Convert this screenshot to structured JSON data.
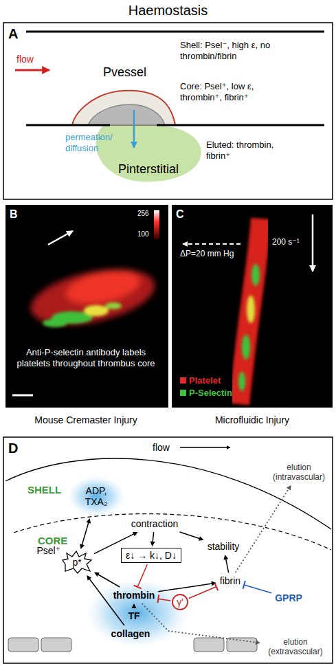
{
  "diagram": {
    "title": "Haemostasis",
    "nodes": [
      {
        "text": [
          "ADP, TXA₂"
        ]
      },
      {
        "text": [
          "Psel⁺",
          "p*"
        ]
      },
      {
        "text": [
          "contraction"
        ]
      },
      {
        "text": [
          "ε↓ → k↓, D↓"
        ]
      },
      {
        "text": [
          "stability"
        ]
      },
      {
        "text": [
          "thrombin"
        ]
      },
      {
        "text": [
          "fibrin"
        ]
      },
      {
        "text": [
          "γ'"
        ]
      },
      {
        "text": [
          "GPRP"
        ]
      },
      {
        "text": [
          "TF"
        ]
      },
      {
        "text": [
          "collagen"
        ]
      },
      {
        "text": [
          "elution (intravascular)"
        ]
      },
      {
        "text": [
          "elution (extravascular)"
        ]
      }
    ],
    "edges": [
      {
        "from": 0,
        "to": 1,
        "arrow": "both"
      },
      {
        "from": 10,
        "to": 1,
        "arrow": "to"
      },
      {
        "from": 5,
        "to": 1,
        "arrow": "to"
      },
      {
        "from": 9,
        "to": 5,
        "arrow": "to"
      },
      {
        "from": 1,
        "to": 2,
        "arrow": "to"
      },
      {
        "from": 2,
        "to": 3,
        "arrow": "to"
      },
      {
        "from": 2,
        "to": 4,
        "arrow": "to"
      },
      {
        "from": 3,
        "to": 5,
        "arrow": "to"
      },
      {
        "from": 5,
        "to": 6,
        "arrow": "to"
      },
      {
        "from": 6,
        "to": 4,
        "arrow": "to"
      },
      {
        "from": 7,
        "to": 5,
        "arrow": "to"
      },
      {
        "from": 7,
        "to": 6,
        "arrow": "to"
      },
      {
        "from": 8,
        "to": 6,
        "arrow": "to"
      },
      {
        "from": 6,
        "to": 11,
        "arrow": "to"
      },
      {
        "from": 5,
        "to": 12,
        "arrow": "to"
      }
    ],
    "labels": [
      "A",
      "Pvessel",
      "flow",
      "Shell: Psel⁻, high ε, no thrombin/fibrin",
      "Core: Psel⁺, low ε, thrombin⁺, fibrin⁺",
      "permeation/ diffusion",
      "Eluted: thrombin, fibrin⁺",
      "Pinterstitial",
      "B",
      "256",
      "100",
      "Anti-P-selectin antibody labels platelets throughout thrombus core",
      "C",
      "ΔP=20 mm Hg",
      "200 s⁻¹",
      "Mouse Cremaster Injury",
      "Microfluidic Injury",
      "D",
      "flow",
      "SHELL",
      "CORE"
    ],
    "legend": [
      {
        "text": "Platelet",
        "color": "#e8262b"
      },
      {
        "text": "P-Selectin",
        "color": "#3ec43a"
      }
    ]
  }
}
